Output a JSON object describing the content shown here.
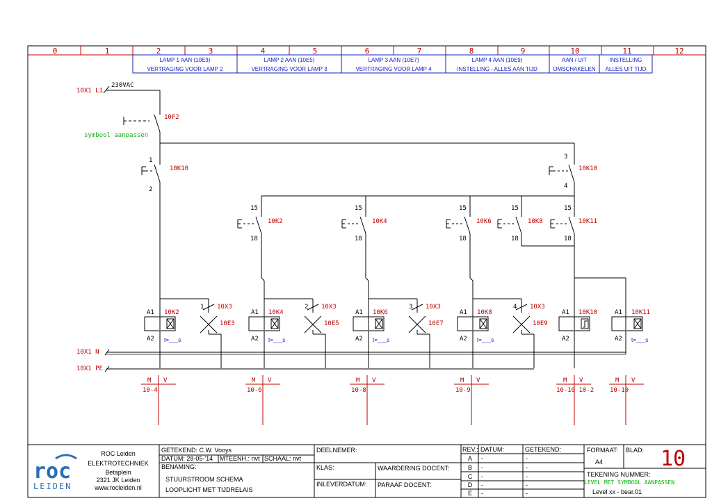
{
  "column_numbers": [
    "0",
    "1",
    "2",
    "3",
    "4",
    "5",
    "6",
    "7",
    "8",
    "9",
    "10",
    "11",
    "12"
  ],
  "column_headers": [
    {
      "line1": "LAMP 1 AAN (10E3)",
      "line2": "VERTRAGING VOOR LAMP 2"
    },
    {
      "line1": "LAMP 2 AAN (10E5)",
      "line2": "VERTRAGING VOOR LAMP 3"
    },
    {
      "line1": "LAMP 3 AAN (10E7)",
      "line2": "VERTRAGING VOOR LAMP 4"
    },
    {
      "line1": "LAMP 4 AAN (10E9)",
      "line2": "INSTELLING - ALLES AAN TIJD"
    },
    {
      "line1": "AAN / UIT",
      "line2": "OMSCHAKELEN"
    },
    {
      "line1": "INSTELLING",
      "line2": "ALLES UIT TIJD"
    }
  ],
  "supply": {
    "l1_label": "10X1 L1",
    "l1_voltage": "230VAC",
    "n_label": "10X1 N",
    "pe_label": "10X1 PE"
  },
  "f2": {
    "name": "10F2",
    "note": "symbool aanpassen"
  },
  "main_k10": {
    "name": "10K10",
    "terminals": [
      "1",
      "2"
    ]
  },
  "k10_second": {
    "name": "10K10",
    "terminals": [
      "3",
      "4"
    ]
  },
  "contacts": [
    {
      "name": "10K2",
      "top": "15",
      "bottom": "18"
    },
    {
      "name": "10K4",
      "top": "15",
      "bottom": "18"
    },
    {
      "name": "10K6",
      "top": "15",
      "bottom": "18"
    },
    {
      "name": "10K8",
      "top": "15",
      "bottom": "18"
    },
    {
      "name": "10K11",
      "top": "15",
      "bottom": "18"
    }
  ],
  "coils": [
    {
      "name": "10K2",
      "a1": "A1",
      "a2": "A2",
      "timer": "t=___s"
    },
    {
      "name": "10K4",
      "a1": "A1",
      "a2": "A2",
      "timer": "t=___s"
    },
    {
      "name": "10K6",
      "a1": "A1",
      "a2": "A2",
      "timer": "t=___s"
    },
    {
      "name": "10K8",
      "a1": "A1",
      "a2": "A2",
      "timer": "t=___s"
    },
    {
      "name": "10K10",
      "a1": "A1",
      "a2": "A2",
      "timer": ""
    },
    {
      "name": "10K11",
      "a1": "A1",
      "a2": "A2",
      "timer": "t=___s"
    }
  ],
  "lamps": [
    {
      "num": "1",
      "terminal": "10X3",
      "name": "10E3"
    },
    {
      "num": "2",
      "terminal": "10X3",
      "name": "10E5"
    },
    {
      "num": "3",
      "terminal": "10X3",
      "name": "10E7"
    },
    {
      "num": "4",
      "terminal": "10X3",
      "name": "10E9"
    }
  ],
  "refs": [
    {
      "m": "M",
      "v": "V",
      "ref": "10-4"
    },
    {
      "m": "M",
      "v": "V",
      "ref": "10-6"
    },
    {
      "m": "M",
      "v": "V",
      "ref": "10-8"
    },
    {
      "m": "M",
      "v": "V",
      "ref": "10-9"
    },
    {
      "m": "M",
      "v": "V",
      "ref": "10-10  10-2"
    },
    {
      "m": "M",
      "v": "V",
      "ref": "10-10"
    }
  ],
  "titleblock": {
    "company_line1": "ROC  Leiden",
    "company_line2": "ELEKTROTECHNIEK",
    "address_line1": "Betaplein",
    "address_line2": "2321 JK  Leiden",
    "website": "www.rocleiden.nl",
    "logo_word": "roc",
    "logo_sub": "LEIDEN",
    "getekend": "GETEKEND: C.W. Vooys",
    "datum": "DATUM: 28-05-'14",
    "meenh": "MTEENH.: nvt",
    "schaal": "SCHAAL: nvt",
    "benaming_label": "BENAMING:",
    "title1": "STUURSTROOM SCHEMA",
    "title2": "LOOPLICHT MET TIJDRELAIS",
    "deelnemer": "DEELNEMER:",
    "klas": "KLAS:",
    "inleverdatum": "INLEVERDATUM:",
    "waardering_docent": "WAARDERING DOCENT:",
    "paraaf_docent": "PARAAF DOCENT:",
    "rev_header": "REV.:",
    "datum_header": "DATUM:",
    "getekend_header": "GETEKEND:",
    "revisions": [
      {
        "rev": "A",
        "datum": "-",
        "getekend": "-"
      },
      {
        "rev": "B",
        "datum": "-",
        "getekend": "-"
      },
      {
        "rev": "C",
        "datum": "-",
        "getekend": "-"
      },
      {
        "rev": "D",
        "datum": "-",
        "getekend": "-"
      },
      {
        "rev": "E",
        "datum": "-",
        "getekend": "-"
      }
    ],
    "formaat_label": "FORMAAT:",
    "formaat": "A4",
    "blad_label": "BLAD:",
    "blad": "10",
    "tekening_label": "TEKENING NUMMER:",
    "tekening_note": "LEVEL MET SYMBOOL AANPASSEN",
    "tekening_number": "Level xx - bear.01"
  },
  "colors": {
    "line": "#000000",
    "label_red": "#c00000",
    "header_blue": "#1020c0",
    "note_green": "#10b010",
    "frame_red": "#c00000",
    "logo_blue": "#2a6fb5"
  }
}
